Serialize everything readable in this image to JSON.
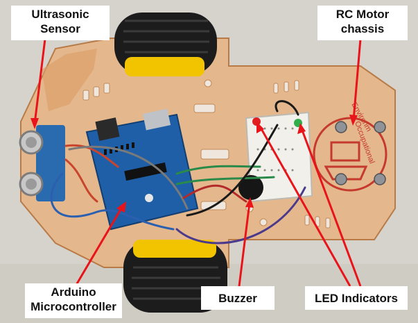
{
  "labels": {
    "ultrasonic_line1": "Ultrasonic",
    "ultrasonic_line2": "Sensor",
    "rc_line1": "RC Motor",
    "rc_line2": "chassis",
    "arduino_line1": "Arduino",
    "arduino_line2": "Microcontroller",
    "buzzer": "Buzzer",
    "led": "LED Indicators"
  },
  "chassis_print": {
    "line1": "Environm",
    "line2": "Occupational"
  },
  "colors": {
    "arrow": "#e8141a",
    "chassis": "#e8b07a",
    "board": "#1f5fa8",
    "wheel_hub": "#f2c400",
    "background": "#d8d6d0"
  }
}
